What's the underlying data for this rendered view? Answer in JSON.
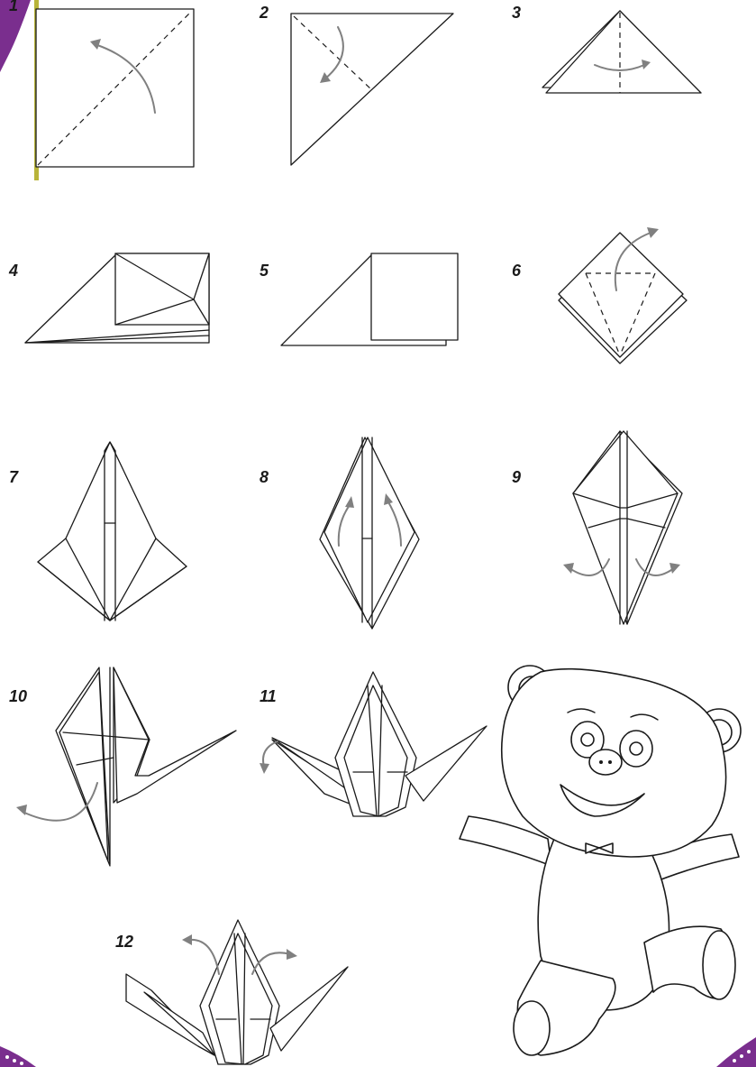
{
  "steps": [
    {
      "number": "1"
    },
    {
      "number": "2"
    },
    {
      "number": "3"
    },
    {
      "number": "4"
    },
    {
      "number": "5"
    },
    {
      "number": "6"
    },
    {
      "number": "7"
    },
    {
      "number": "8"
    },
    {
      "number": "9"
    },
    {
      "number": "10"
    },
    {
      "number": "11"
    },
    {
      "number": "12"
    }
  ],
  "colors": {
    "line": "#1a1a1a",
    "arrow": "#808080",
    "border_purple": "#7a2e8e",
    "border_green": "#b8b43a",
    "dots": "#ffffff"
  }
}
